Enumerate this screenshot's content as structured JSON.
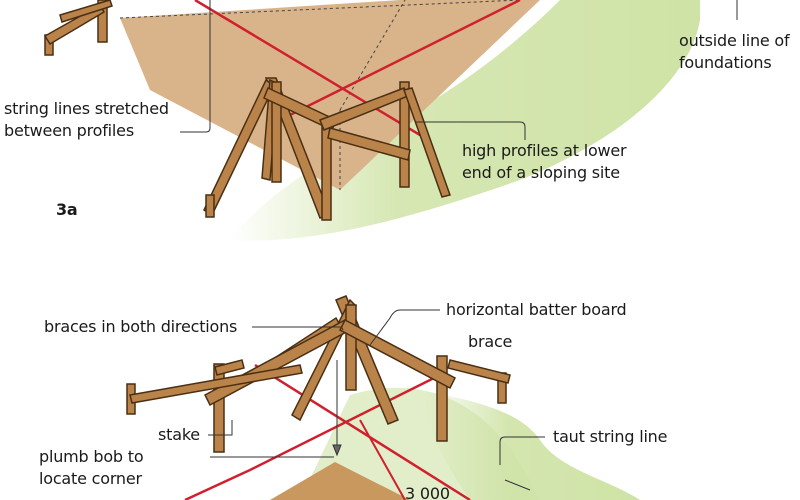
{
  "figures": [
    {
      "number": "3a",
      "labels": {
        "outside_line": "outside line of\nfoundations",
        "string_lines": "string lines stretched\nbetween profiles",
        "high_profiles": "high profiles at lower\nend of a sloping site"
      }
    },
    {
      "labels": {
        "braces": "braces in both directions",
        "horizontal_batter": "horizontal batter board",
        "brace": "brace",
        "stake": "stake",
        "plumb_bob": "plumb bob to\nlocate corner",
        "taut_string": "taut string line",
        "dimension": "3 000"
      }
    }
  ],
  "colors": {
    "ground": "#d9b48a",
    "grass": "#cfe3a6",
    "timber": "#b9834a",
    "timber_outline": "#4a2f14",
    "string": "#d0202e",
    "leader": "#333333"
  }
}
